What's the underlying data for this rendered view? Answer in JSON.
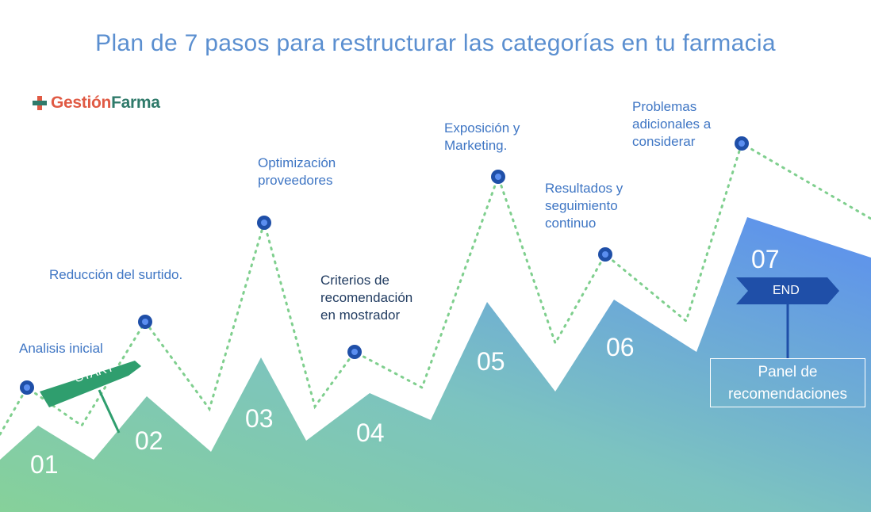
{
  "title": "Plan de 7 pasos para restructurar las categorías en tu farmacia",
  "logo": {
    "part1": "Gestión",
    "part2": "Farma"
  },
  "steps": [
    {
      "number": "01",
      "label": [
        "Analisis inicial"
      ]
    },
    {
      "number": "02",
      "label": [
        "Reducción del surtido."
      ]
    },
    {
      "number": "03",
      "label": [
        "Optimización",
        "proveedores"
      ]
    },
    {
      "number": "04",
      "label": [
        "Criterios de",
        "recomendación",
        "en mostrador"
      ]
    },
    {
      "number": "05",
      "label": [
        "Exposición y",
        "Marketing."
      ]
    },
    {
      "number": "06",
      "label": [
        "Resultados y",
        "seguimiento",
        "continuo"
      ]
    },
    {
      "number": "07",
      "label": [
        "Problemas",
        "adicionales a",
        "considerar"
      ]
    }
  ],
  "start_sign": "START",
  "end_sign": "END",
  "panel": [
    "Panel de",
    "recomendaciones"
  ],
  "colors": {
    "title": "#5b8fd0",
    "label": "#3f76c4",
    "label_dark": "#1f3a5f",
    "dot": "#1f4fa8",
    "dotted_line": "#7fcf8e",
    "mountain_green": "#86d19a",
    "mountain_blue": "#5b8ef0",
    "start_sign": "#2f9e6e",
    "end_sign": "#1f4fa8"
  }
}
